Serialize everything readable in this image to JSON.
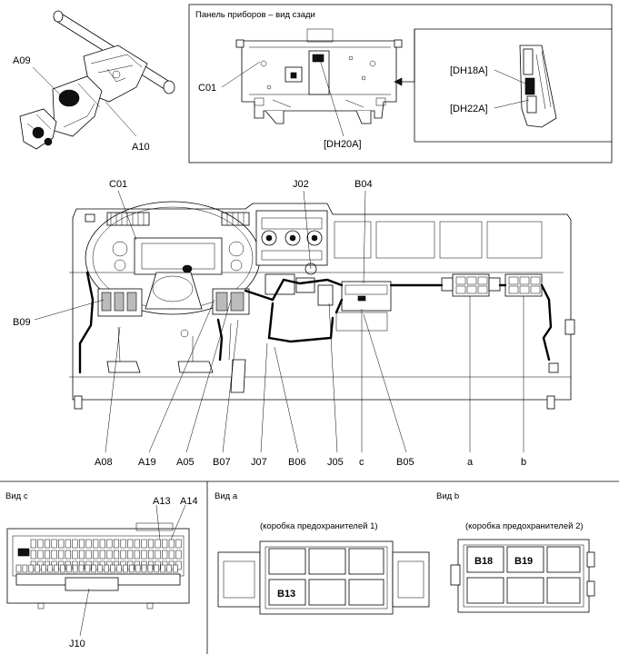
{
  "instrument_panel_rear": {
    "title": "Панель приборов – вид сзади",
    "labels": {
      "c01": "C01",
      "dh20a": "[DH20A]",
      "dh18a": "[DH18A]",
      "dh22a": "[DH22A]"
    }
  },
  "steering_column": {
    "labels": {
      "a09": "A09",
      "a10": "A10"
    }
  },
  "dashboard": {
    "top_labels": {
      "c01": "C01",
      "j02": "J02",
      "b04": "B04"
    },
    "side_labels": {
      "b09": "B09"
    },
    "bottom_labels": [
      "A08",
      "A19",
      "A05",
      "B07",
      "J07",
      "B06",
      "J05",
      "c",
      "B05",
      "a",
      "b"
    ]
  },
  "view_c": {
    "title": "Вид c",
    "labels": {
      "a13": "A13",
      "a14": "A14",
      "j10": "J10"
    }
  },
  "view_a": {
    "title": "Вид a",
    "subtitle": "(коробка предохранителей 1)",
    "cell_label": "B13"
  },
  "view_b": {
    "title": "Вид b",
    "subtitle": "(коробка предохранителей 2)",
    "cell_labels": [
      "B18",
      "B19"
    ]
  }
}
